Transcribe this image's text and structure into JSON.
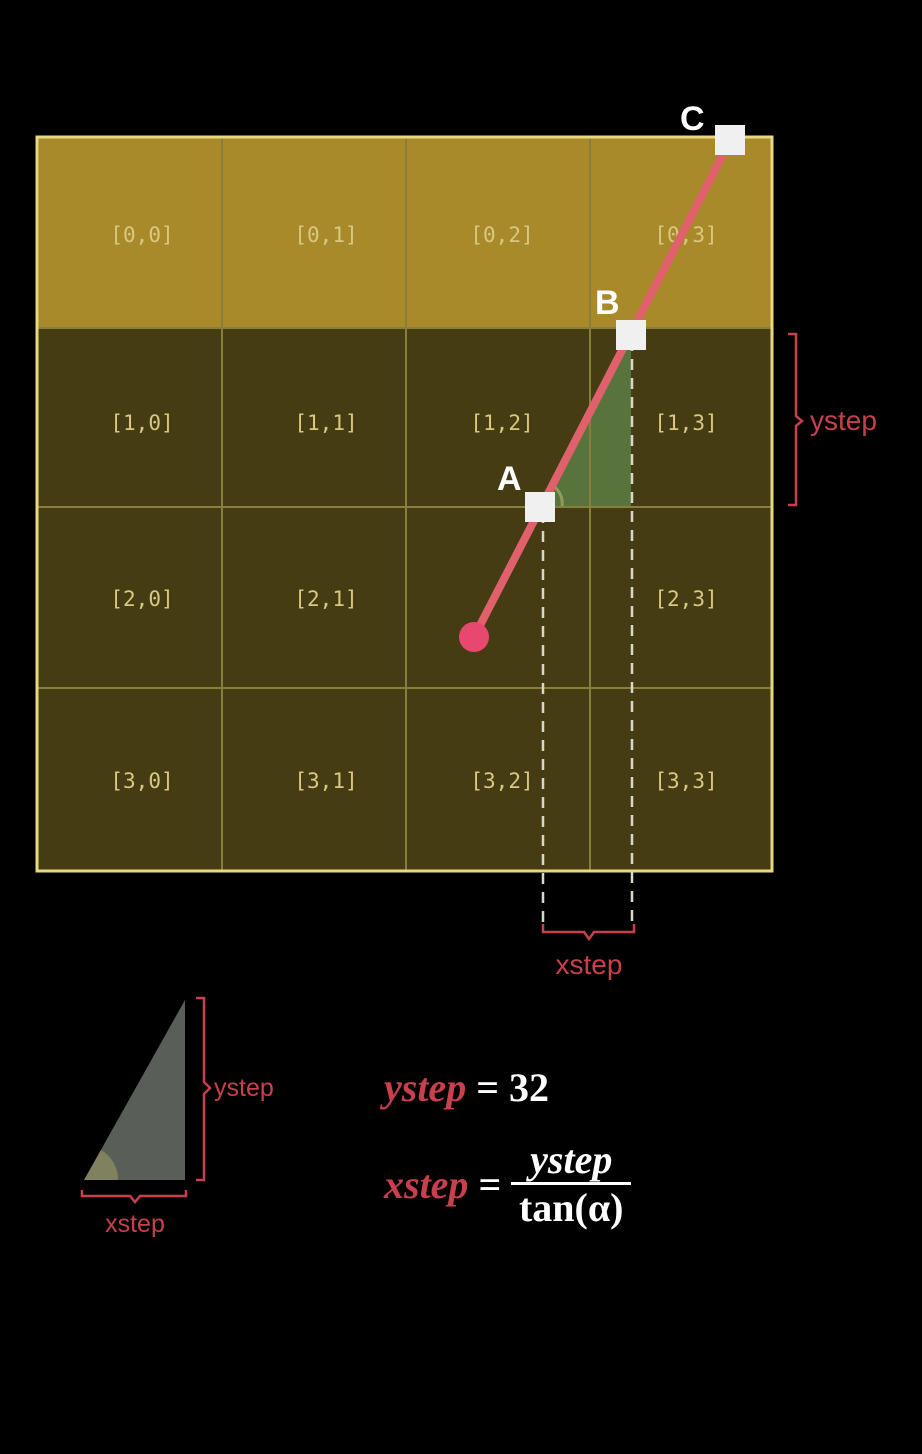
{
  "grid": {
    "cell_labels": [
      [
        "[0,0]",
        "[0,1]",
        "[0,2]",
        "[0,3]"
      ],
      [
        "[1,0]",
        "[1,1]",
        "[1,2]",
        "[1,3]"
      ],
      [
        "[2,0]",
        "[2,1]",
        "",
        "[2,3]"
      ],
      [
        "[3,0]",
        "[3,1]",
        "[3,2]",
        "[3,3]"
      ]
    ],
    "highlighted_row": 0
  },
  "markers": {
    "a": "A",
    "b": "B",
    "c": "C"
  },
  "annotations": {
    "ystep": "ystep",
    "xstep": "xstep",
    "triangle_ystep": "ystep",
    "triangle_xstep": "xstep"
  },
  "formulas": {
    "ystep_var": "ystep",
    "ystep_equals": "=",
    "ystep_value": "32",
    "xstep_var": "xstep",
    "xstep_equals": "=",
    "numerator": "ystep",
    "denominator": "tan(α)"
  },
  "colors": {
    "grid_fill": "#463c14",
    "highlight_fill": "#a88a2a",
    "grid_line": "#8a7e3c",
    "border": "#e8d880",
    "cell_text": "#d8c880",
    "ray": "#e0606c",
    "annotation": "#c8404c",
    "triangle": "#5a7a40",
    "node": "#f0f0f0"
  }
}
